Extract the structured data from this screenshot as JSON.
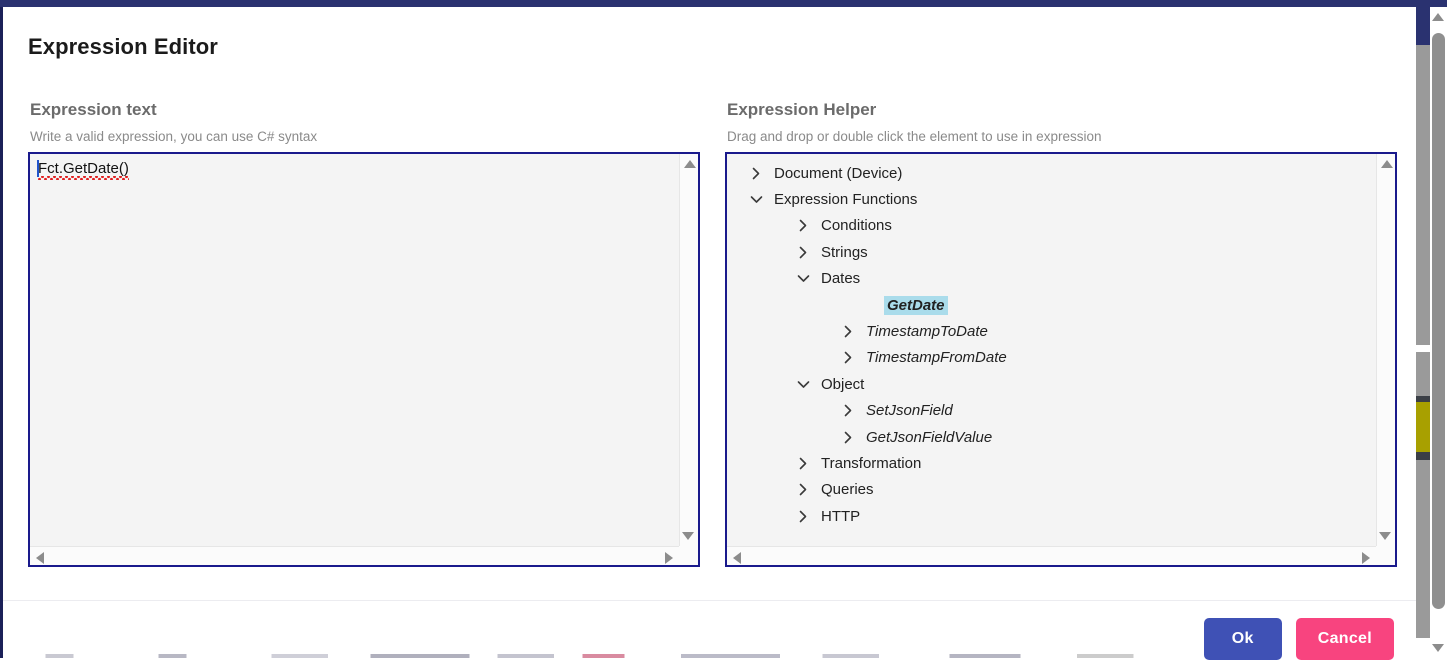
{
  "dialog": {
    "title": "Expression Editor"
  },
  "left_panel": {
    "title": "Expression text",
    "subtitle": "Write a valid expression, you can use C# syntax",
    "value": "Fct.GetDate()",
    "scroll_up_icon": "triangle-up-icon",
    "scroll_down_icon": "triangle-down-icon",
    "scroll_left_icon": "triangle-left-icon",
    "scroll_right_icon": "triangle-right-icon"
  },
  "right_panel": {
    "title": "Expression Helper",
    "subtitle": "Drag and drop or double click the element to use in expression",
    "tree": [
      {
        "label": "Document (Device)",
        "level": 0,
        "chevron": "collapsed",
        "style": "plain"
      },
      {
        "label": "Expression Functions",
        "level": 0,
        "chevron": "expanded",
        "style": "plain"
      },
      {
        "label": "Conditions",
        "level": 1,
        "chevron": "collapsed",
        "style": "plain"
      },
      {
        "label": "Strings",
        "level": 1,
        "chevron": "collapsed",
        "style": "plain"
      },
      {
        "label": "Dates",
        "level": 1,
        "chevron": "expanded",
        "style": "plain"
      },
      {
        "label": "GetDate",
        "level": 2,
        "chevron": "none",
        "style": "selected"
      },
      {
        "label": "TimestampToDate",
        "level": 2,
        "chevron": "collapsed",
        "style": "function"
      },
      {
        "label": "TimestampFromDate",
        "level": 2,
        "chevron": "collapsed",
        "style": "function"
      },
      {
        "label": "Object",
        "level": 1,
        "chevron": "expanded",
        "style": "plain"
      },
      {
        "label": "SetJsonField",
        "level": 2,
        "chevron": "collapsed",
        "style": "function"
      },
      {
        "label": "GetJsonFieldValue",
        "level": 2,
        "chevron": "collapsed",
        "style": "function"
      },
      {
        "label": "Transformation",
        "level": 1,
        "chevron": "collapsed",
        "style": "plain"
      },
      {
        "label": "Queries",
        "level": 1,
        "chevron": "collapsed",
        "style": "plain"
      },
      {
        "label": "HTTP",
        "level": 1,
        "chevron": "collapsed",
        "style": "plain"
      }
    ]
  },
  "footer": {
    "ok_label": "Ok",
    "cancel_label": "Cancel"
  },
  "colors": {
    "accent_navy": "#2a3270",
    "field_border": "#1a1a8c",
    "field_background": "#f4f4f4",
    "selection_highlight": "#aadceb",
    "ok_button": "#3f51b5",
    "cancel_button": "#f8447f",
    "spell_error_underline": "#e02020",
    "caret": "#2255cc"
  }
}
